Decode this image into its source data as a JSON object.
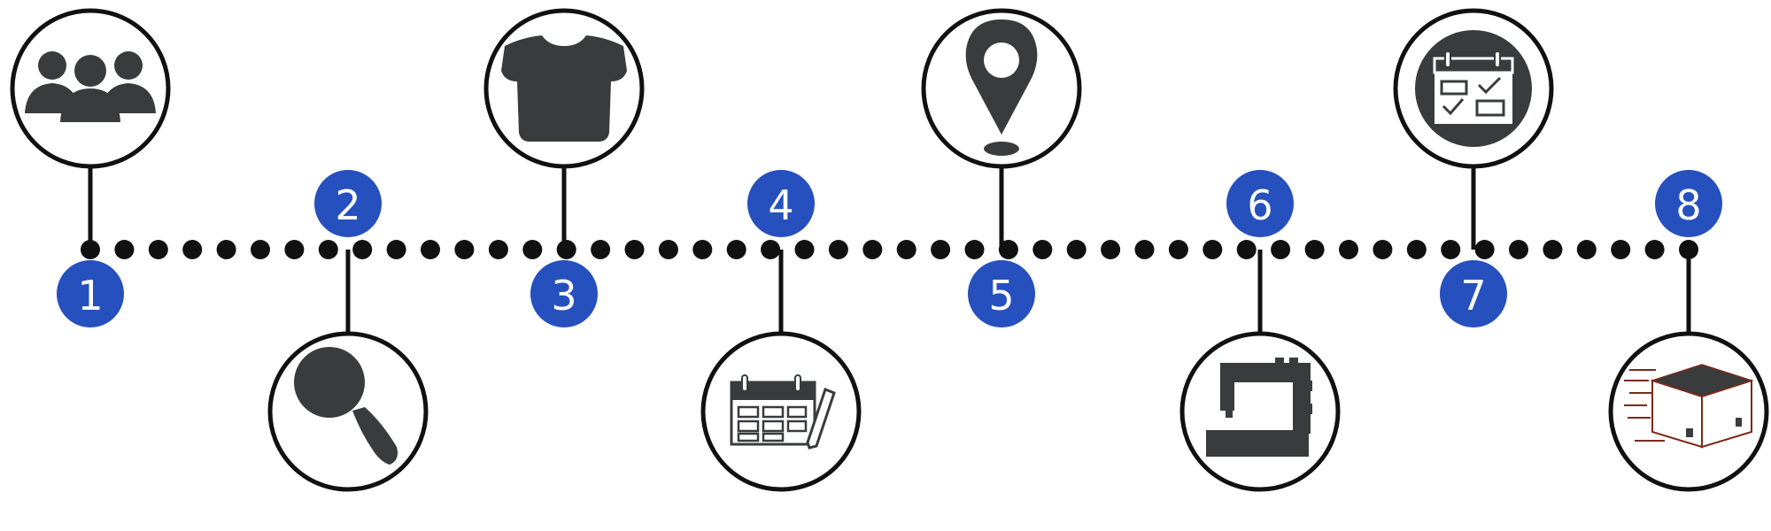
{
  "timeline": {
    "accent_color": "#2650be",
    "line_color": "#111111",
    "icon_color": "#3a3b3d",
    "steps": [
      {
        "number": "1",
        "icon": "people-group-icon",
        "position": "top"
      },
      {
        "number": "2",
        "icon": "magnifier-icon",
        "position": "bottom"
      },
      {
        "number": "3",
        "icon": "tshirt-icon",
        "position": "top"
      },
      {
        "number": "4",
        "icon": "calendar-pencil-icon",
        "position": "bottom"
      },
      {
        "number": "5",
        "icon": "location-pin-icon",
        "position": "top"
      },
      {
        "number": "6",
        "icon": "sewing-machine-icon",
        "position": "bottom"
      },
      {
        "number": "7",
        "icon": "calendar-checklist-icon",
        "position": "top"
      },
      {
        "number": "8",
        "icon": "delivery-box-icon",
        "position": "bottom"
      }
    ]
  }
}
